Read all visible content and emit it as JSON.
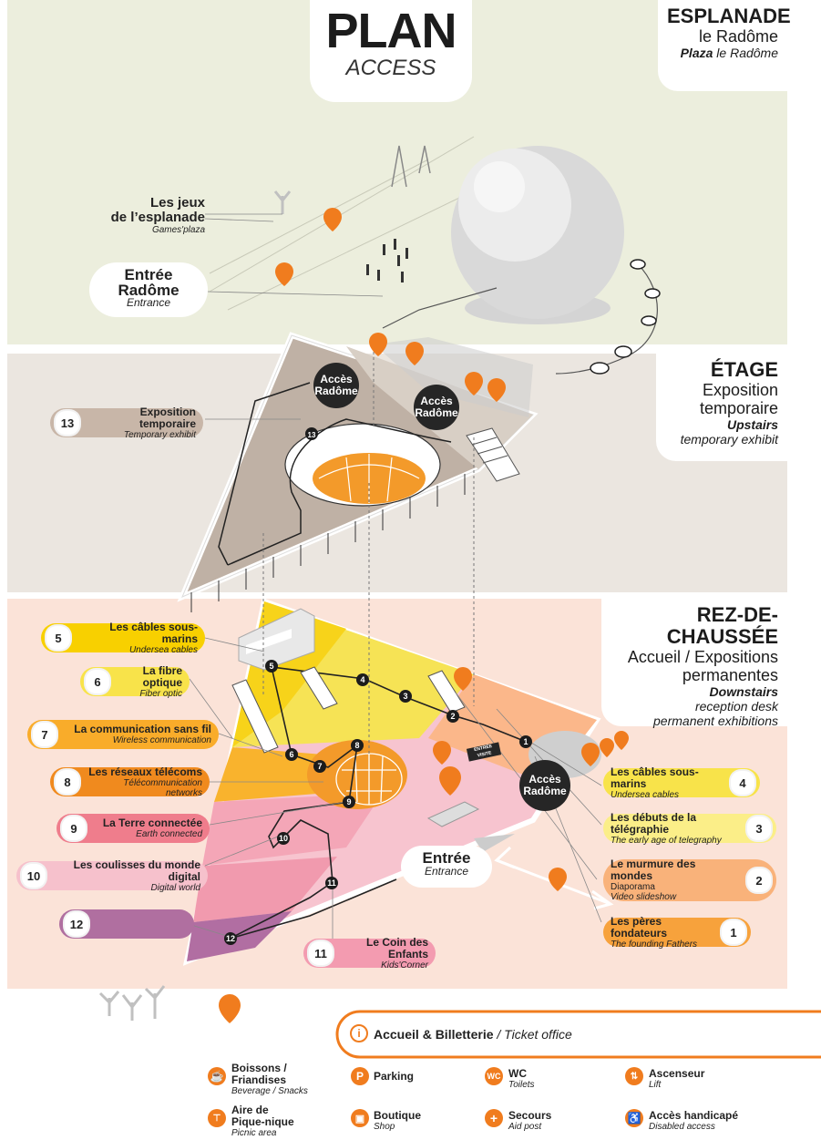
{
  "title": {
    "main": "PLAN",
    "sub": "ACCESS"
  },
  "zones": {
    "esplanade": {
      "h": "ESPLANADE",
      "l": "le Radôme",
      "en_b": "Plaza",
      "en": "le Radôme"
    },
    "etage": {
      "h": "ÉTAGE",
      "l1": "Exposition",
      "l2": "temporaire",
      "en_b": "Upstairs",
      "en": "temporary exhibit"
    },
    "rdc": {
      "h": "REZ-DE-CHAUSSÉE",
      "l1": "Accueil / Expositions",
      "l2": "permanentes",
      "en_b": "Downstairs",
      "en1": "reception desk",
      "en2": "permanent exhibitions"
    }
  },
  "esplanade_labels": {
    "jeux_fr1": "Les jeux",
    "jeux_fr2": "de l’esplanade",
    "jeux_en": "Games'plaza",
    "entree_fr1": "Entrée",
    "entree_fr2": "Radôme",
    "entree_en": "Entrance"
  },
  "access_circles": [
    {
      "l1": "Accès",
      "l2": "Radôme"
    },
    {
      "l1": "Accès",
      "l2": "Radôme"
    },
    {
      "l1": "Accès",
      "l2": "Radôme"
    }
  ],
  "entree": {
    "fr": "Entrée",
    "en": "Entrance"
  },
  "entree_visite": "ENTRÉE VISITE",
  "exhibits_left": [
    {
      "num": "13",
      "fr": "Exposition temporaire",
      "en": "Temporary exhibit",
      "color": "#c9b5a6"
    },
    {
      "num": "5",
      "fr": "Les câbles sous-marins",
      "en": "Undersea cables",
      "color": "#f8d000"
    },
    {
      "num": "6",
      "fr": "La fibre optique",
      "en": "Fiber optic",
      "color": "#f8e34a"
    },
    {
      "num": "7",
      "fr": "La communication sans fil",
      "en": "Wireless communication",
      "color": "#f9ac2a"
    },
    {
      "num": "8",
      "fr": "Les réseaux télécoms",
      "en": "Télécommunication networks",
      "color": "#f08a1e"
    },
    {
      "num": "9",
      "fr": "La Terre connectée",
      "en": "Earth connected",
      "color": "#ef7d8c"
    },
    {
      "num": "10",
      "fr": "Les coulisses du monde digital",
      "en": "Digital world",
      "color": "#f6c1cc"
    },
    {
      "num": "12",
      "fr": "",
      "en": "",
      "color": "#b06fa0"
    },
    {
      "num": "11",
      "fr": "Le Coin des Enfants",
      "en": "Kids'Corner",
      "color": "#f39bb0"
    }
  ],
  "exhibits_right": [
    {
      "num": "4",
      "fr": "Les câbles sous-marins",
      "en": "Undersea cables",
      "color": "#f8e34a"
    },
    {
      "num": "3",
      "fr": "Les débuts de la télégraphie",
      "en": "The early age of telegraphy",
      "color": "#fbee88"
    },
    {
      "num": "2",
      "fr": "Le murmure des mondes",
      "fr2": "Diaporama",
      "en": "Video slideshow",
      "color": "#f9b27a"
    },
    {
      "num": "1",
      "fr": "Les pères fondateurs",
      "en": "The founding Fathers",
      "color": "#f7a23c"
    }
  ],
  "legend": {
    "accueil_fr": "Accueil & Billetterie",
    "accueil_en": "/ Ticket office",
    "items": [
      {
        "fr": "Boissons /",
        "fr2": "Friandises",
        "en": "Beverage / Snacks",
        "icon": "cup-icon"
      },
      {
        "fr": "Parking",
        "en": "",
        "icon": "parking-icon"
      },
      {
        "fr": "WC",
        "en": "Toilets",
        "icon": "wc-icon"
      },
      {
        "fr": "Ascenseur",
        "en": "Lift",
        "icon": "lift-icon"
      },
      {
        "fr": "Aire de",
        "fr2": "Pique-nique",
        "en": "Picnic area",
        "icon": "picnic-icon"
      },
      {
        "fr": "Boutique",
        "en": "Shop",
        "icon": "shop-icon"
      },
      {
        "fr": "Secours",
        "en": "Aid post",
        "icon": "aid-icon"
      },
      {
        "fr": "Accès handicapé",
        "en": "Disabled access",
        "icon": "wheelchair-icon"
      }
    ]
  },
  "colors": {
    "orange": "#f07c1e",
    "dark": "#262626"
  }
}
